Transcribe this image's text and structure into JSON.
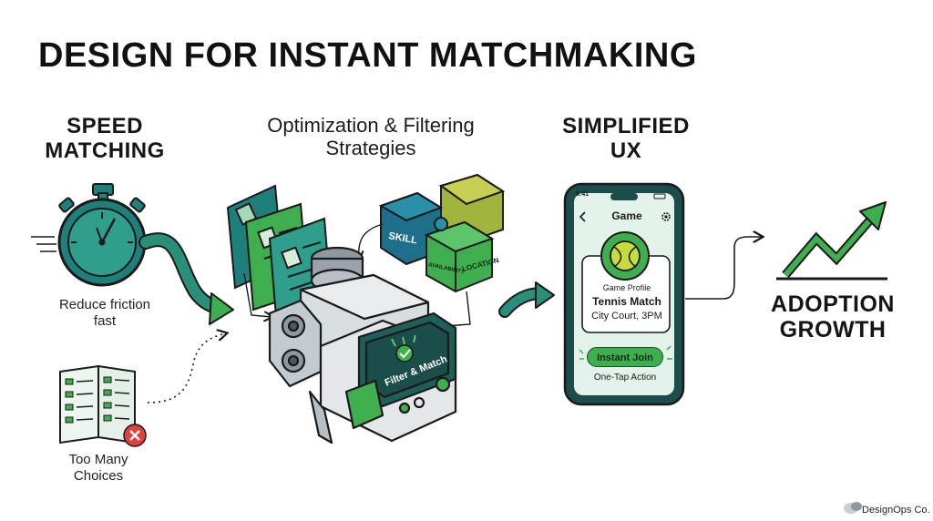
{
  "title": "DESIGN FOR INSTANT MATCHMAKING",
  "columns": {
    "speed": {
      "heading_lines": [
        "SPEED",
        "MATCHING"
      ],
      "caption_lines": [
        "Reduce friction",
        "fast"
      ]
    },
    "choices": {
      "caption_lines": [
        "Too Many",
        "Choices"
      ]
    },
    "optimization": {
      "heading_lines": [
        "Optimization & Filtering",
        "Strategies"
      ],
      "machine_screen_label": "Filter & Match",
      "blocks": [
        "SKILL",
        "AVAILABILITY",
        "LOCATION"
      ]
    },
    "ux": {
      "heading_lines": [
        "SIMPLIFIED",
        "UX"
      ],
      "phone": {
        "status_time": "5:41",
        "header": "Game",
        "profile_label": "Game Profile",
        "match_name": "Tennis Match",
        "match_place": "City Court, 3PM",
        "join_label": "Instant Join",
        "tap_caption": "One-Tap Action"
      }
    },
    "growth": {
      "heading_lines": [
        "ADOPTION",
        "GROWTH"
      ]
    }
  },
  "brand": "DesignOps Co.",
  "icons": [
    "stopwatch-icon",
    "menu-icon",
    "error-icon",
    "profile-card-icon",
    "puzzle-icon",
    "filter-machine-icon",
    "phone-icon",
    "tennis-ball-icon",
    "back-chevron-icon",
    "gear-icon",
    "growth-arrow-icon",
    "brand-logo-icon"
  ],
  "colors": {
    "teal": "#1f7f7a",
    "green": "#3fae4f",
    "dark_teal": "#1b4d4a",
    "red": "#e04040",
    "olive": "#a2b43c"
  }
}
